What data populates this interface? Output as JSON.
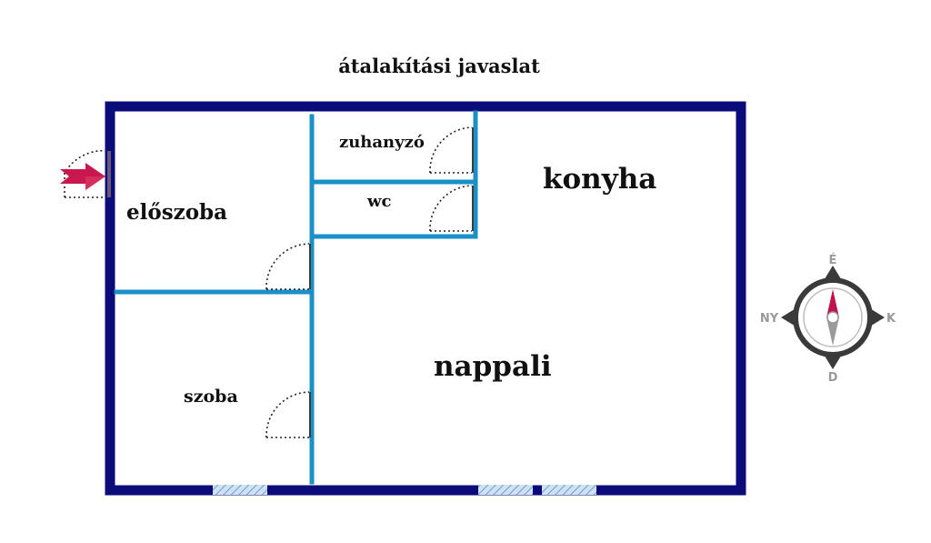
{
  "title": "átalakítási javaslat",
  "rooms": {
    "eloszoba": "előszoba",
    "zuhanyzo": "zuhanyzó",
    "wc": "wc",
    "konyha": "konyha",
    "nappali": "nappali",
    "szoba": "szoba"
  },
  "compass": {
    "north": "É",
    "south": "D",
    "east": "K",
    "west": "NY"
  },
  "colors": {
    "outer_wall": "#0b0b7a",
    "inner_wall": "#1a8fc8",
    "entry_arrow": "#c8184f",
    "compass_needle": "#c0114f",
    "compass_ring": "#3a3a3a",
    "compass_label": "#9a9a9a",
    "window_hatch": "#8fb8de"
  },
  "icons": {
    "entry": "entry-arrow-icon",
    "compass": "compass-icon"
  }
}
